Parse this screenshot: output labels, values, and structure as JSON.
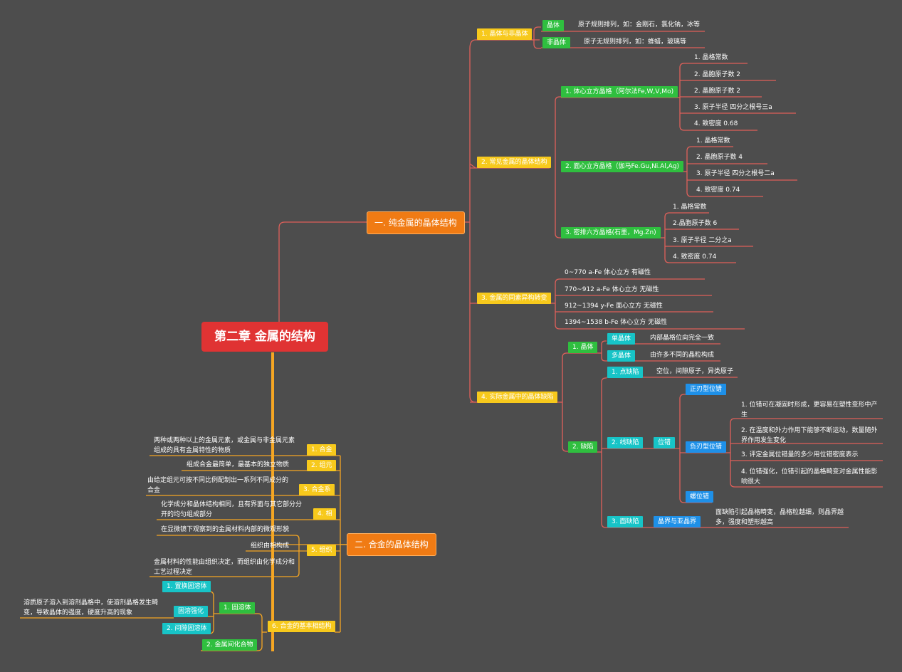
{
  "root": "第二章 金属的结构",
  "pure": {
    "title": "一. 纯金属的晶体结构",
    "s1": {
      "label": "1. 晶体与非晶体",
      "crystal": {
        "tag": "晶体",
        "desc": "原子规则排列，如：金刚石，氯化钠，冰等"
      },
      "amorphous": {
        "tag": "非晶体",
        "desc": "原子无规则排列，如：蜂蜡，玻璃等"
      }
    },
    "s2": {
      "label": "2. 常见金属的晶体结构",
      "bcc": {
        "label": "1. 体心立方晶格（阿尔法Fe,W,V,Mo)",
        "items": [
          "1. 晶格常数",
          "2. 晶胞原子数        2",
          "2. 晶胞原子数        2",
          "3. 原子半径        四分之根号三a",
          "4. 致密度        0.68"
        ]
      },
      "fcc": {
        "label": "2. 面心立方晶格（伽马Fe.Gu,Ni.Al,Ag)",
        "items": [
          "1. 晶格常数",
          "2. 晶胞原子数        4",
          "3. 原子半径        四分之根号二a",
          "4. 致密度        0.74"
        ]
      },
      "hcp": {
        "label": "3. 密排六方晶格(石墨，Mg.Zn)",
        "items": [
          "1. 晶格常数",
          "2.晶胞原子数        6",
          "3. 原子半径        二分之a",
          "4. 致密度        0.74"
        ]
      }
    },
    "s3": {
      "label": "3. 金属的同素异构转变",
      "rows": [
        "0~770        a-Fe        体心立方        有磁性",
        "770~912        a-Fe        体心立方        无磁性",
        "912~1394        y-Fe        面心立方        无磁性",
        "1394~1538        b-Fe        体心立方        无磁性"
      ]
    },
    "s4": {
      "label": "4. 实际金属中的晶体缺陷",
      "crystal": {
        "label": "1. 晶体",
        "single": {
          "tag": "单晶体",
          "desc": "内部晶格位向完全一致"
        },
        "poly": {
          "tag": "多晶体",
          "desc": "由许多不同的晶粒构成"
        }
      },
      "defect": {
        "label": "2. 缺陷",
        "point": {
          "tag": "1. 点缺陷",
          "desc": "空位，间隙原子，异类原子"
        },
        "line": {
          "tag": "2. 线缺陷",
          "dis": "位错",
          "edge_pos": "正刃型位错",
          "edge_neg": "负刃型位错",
          "notes": [
            "1. 位错可在凝固时形成，更容易在塑性变形中产生",
            "2. 在温度和外力作用下能够不断运动，数量随外界作用发生变化",
            "3. 评定金属位错量的多少用位错密度表示",
            "4. 位错强化，位错引起的晶格畸变对金属性能影响很大"
          ],
          "screw": "螺位错"
        },
        "surface": {
          "tag": "3. 面缺陷",
          "sub": "晶界与亚晶界",
          "desc": "面缺陷引起晶格畸变，晶格粒越细，则晶界越多，强度和塑形越高"
        }
      }
    }
  },
  "alloy": {
    "title": "二. 合金的晶体结构",
    "items": [
      {
        "label": "1. 合金",
        "desc": "两种或两种以上的金属元素，或金属与非金属元素组成的具有金属特性的物质"
      },
      {
        "label": "2. 组元",
        "desc": "组成合金最简单，最基本的独立物质"
      },
      {
        "label": "3. 合金系",
        "desc": "由给定组元可按不同比例配制出一系列不同成分的合金"
      },
      {
        "label": "4. 相",
        "desc": "化学成分和晶体结构相同，且有界面与其它部分分开的均匀组成部分"
      }
    ],
    "org": {
      "label": "5. 组织",
      "d1": "在显微镜下观察到的金属材料内部的微观形貌",
      "d2": "组织由相构成",
      "d3": "金属材料的性能由组织决定，而组织由化学成分和工艺过程决定"
    },
    "phase": {
      "label": "6. 合金的基本相结构",
      "solid": {
        "label": "1. 固溶体",
        "sub1": "1. 置换固溶体",
        "strength": "固溶强化",
        "strength_desc": "溶质原子溶入到溶剂晶格中，使溶剂晶格发生畸变，导致晶体的强度，硬度升高的现象",
        "sub2": "2. 间隙固溶体"
      },
      "compound": "2. 金属间化合物"
    }
  },
  "colors": {
    "line_red": "#e0605a",
    "line_orange": "#f5a623",
    "root": "#e03333",
    "main": "#f07b14",
    "yellow": "#f7c91c",
    "green": "#2fbf3f",
    "cyan": "#17c4c7",
    "blue": "#1e90e8"
  }
}
